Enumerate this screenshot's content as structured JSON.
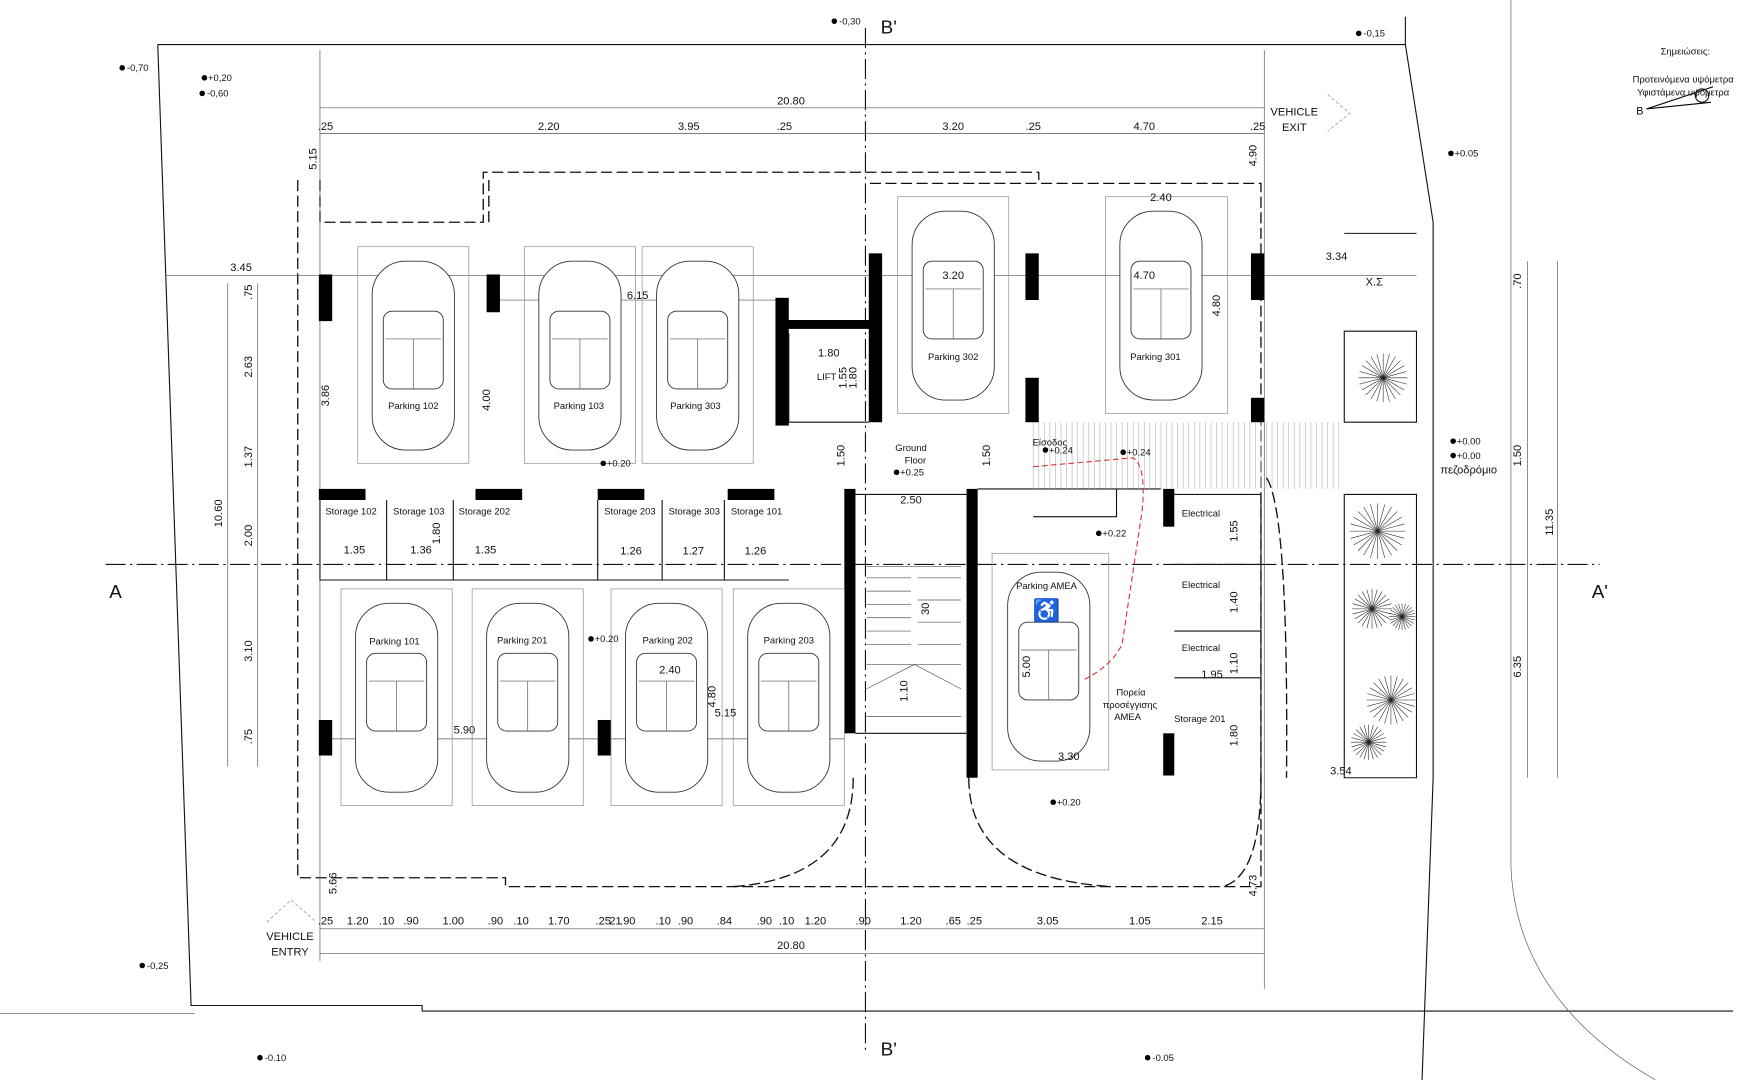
{
  "legend": {
    "title": "Σημειώσεις:",
    "proposed_levels": "Προτεινόμενα υψόμετρα",
    "existing_levels": "Υφιστάμενα υψόμετρα",
    "north_label": "B"
  },
  "sections": {
    "a_left": "A",
    "a_right": "A'",
    "b_top": "B'",
    "b_bottom": "B'"
  },
  "levels": [
    "-0,30",
    "-0,15",
    "-0,70",
    "+0,20",
    "-0,60",
    "+0.05",
    "+0.20",
    "+0.25",
    "+0.24",
    "+0.24",
    "+0.00",
    "+0.00",
    "+0.22",
    "+0.20",
    "+0.20",
    "-0,25",
    "-0.10",
    "-0.05"
  ],
  "labels": {
    "vehicle_exit_1": "VEHICLE",
    "vehicle_exit_2": "EXIT",
    "vehicle_entry_1": "VEHICLE",
    "vehicle_entry_2": "ENTRY",
    "wc": "Χ.Σ",
    "lift": "LIFT",
    "ground_1": "Ground",
    "ground_2": "Floor",
    "entrance": "Είσοδος",
    "sidewalk": "πεζοδρόμιο",
    "access_1": "Πορεία",
    "access_2": "προσέγγισης",
    "access_3": "ΑΜΕΑ"
  },
  "parking": [
    "Parking 102",
    "Parking 103",
    "Parking 303",
    "Parking 302",
    "Parking 301",
    "Parking 101",
    "Parking 201",
    "Parking 202",
    "Parking 203",
    "Parking AMEA"
  ],
  "storage": [
    "Storage 102",
    "Storage 103",
    "Storage 202",
    "Storage 203",
    "Storage 303",
    "Storage 101",
    "Storage 201"
  ],
  "electrical": [
    "Electrical",
    "Electrical",
    "Electrical"
  ],
  "dims": {
    "top_total": "20.80",
    "top_row": [
      ".25",
      "2.20",
      "3.95",
      ".25",
      "3.20",
      ".25",
      "4.70",
      ".25"
    ],
    "bottom_total": "20.80",
    "bottom_row": [
      ".25",
      "1.20",
      ".10",
      ".90",
      "1.00",
      ".90",
      ".10",
      "1.70",
      ".25",
      "21",
      ".90",
      ".10",
      ".90",
      ".84",
      ".90",
      ".10",
      "1.20",
      ".90",
      "1.20",
      ".65",
      ".25",
      "3.05",
      "1.05",
      "2.15"
    ],
    "left_col": [
      ".75",
      "2.63",
      "1.37",
      "2.00",
      "3.10",
      ".75"
    ],
    "left_total": "10.60",
    "right_col": [
      ".70",
      "1.50",
      "6.35"
    ],
    "right_total": "11.35",
    "misc": [
      "5.15",
      "4.90",
      "3.45",
      "6.15",
      "3.20",
      "4.70",
      "2.40",
      "3.34",
      "3.86",
      "4.00",
      "4.80",
      "1.80",
      "1.55",
      "1.80",
      "1.50",
      "1.50",
      "2.50",
      "1.35",
      "1.36",
      "1.80",
      "1.35",
      "1.26",
      "1.27",
      "1.26",
      "1.55",
      "1.40",
      "1.10",
      "1.95",
      "1.80",
      "3.54",
      "5.00",
      "3.30",
      "4.73",
      "2.40",
      "4.80",
      "5.15",
      "5.90",
      "30",
      "1.10",
      "5.66"
    ]
  }
}
